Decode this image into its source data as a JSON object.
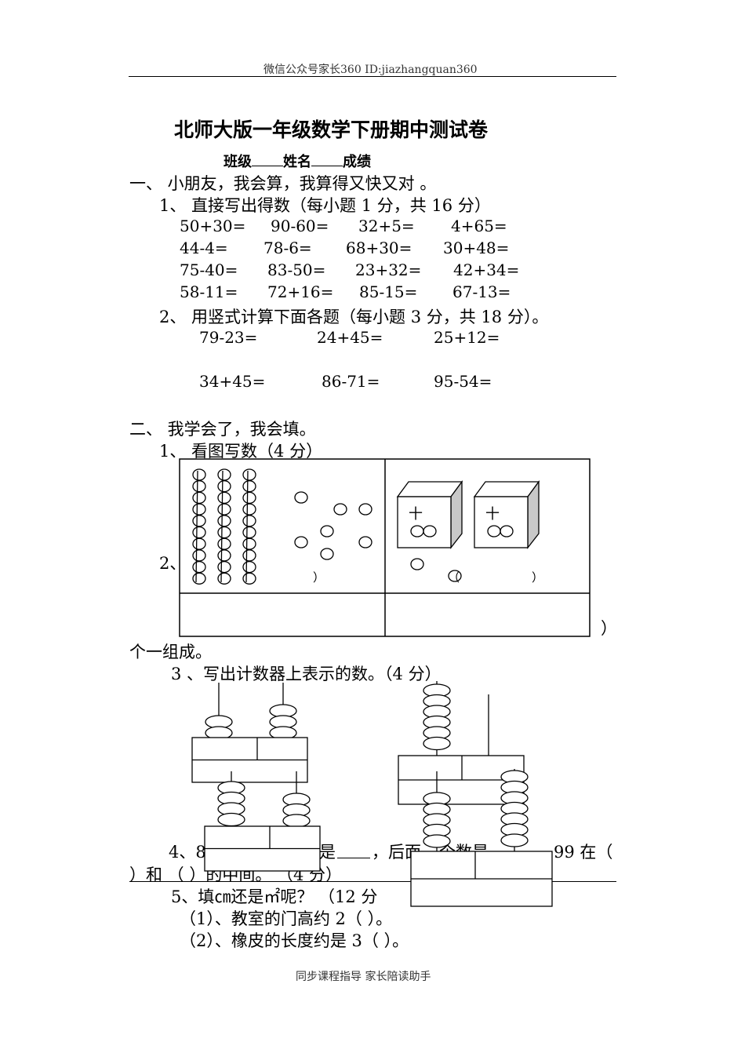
{
  "header": {
    "text": "微信公众号家长360 ID:jiazhangquan360"
  },
  "footer": {
    "text": "同步课程指导 家长陪读助手"
  },
  "title": "北师大版一年级数学下册期中测试卷",
  "info": {
    "class": "班级",
    "name": "姓名",
    "score": "成绩"
  },
  "section1": {
    "heading": "一、   小朋友，我会算，我算得又快又对 。",
    "q1": {
      "label": "1、     直接写出得数（每小题 1 分，共 16 分）",
      "rows": [
        [
          "50+30=",
          "90-60=",
          "32+5=",
          "4+65="
        ],
        [
          "44-4=",
          "78-6=",
          "68+30=",
          "30+48="
        ],
        [
          "75-40=",
          "83-50=",
          "23+32=",
          "42+34="
        ],
        [
          "58-11=",
          "72+16=",
          "85-15=",
          "67-13="
        ]
      ]
    },
    "q2": {
      "label": "2、     用竖式计算下面各题（每小题 3 分，共 18 分）。",
      "rows": [
        [
          "79-23=",
          "24+45=",
          "25+12="
        ],
        [
          "34+45=",
          "86-71=",
          "95-54="
        ]
      ]
    }
  },
  "section2": {
    "heading": "二、   我学会了，我会填。",
    "q1_label": "1、     看图写数（4 分）",
    "q2_prefix": "2、",
    "q2_close": "）",
    "q2_tail": "个一组成。",
    "box_marks": [
      "）",
      "（",
      "）"
    ],
    "cube_digit": "十",
    "q3_label": "3 、写出计数器上表示的数。（4 分）",
    "q4": {
      "start": "4、8",
      "mid1": "是",
      "mid2": "，后面",
      "mid3": "个数是",
      "mid4": "99 在（",
      "line2": "）和  （    ）的中间。  （4 分）"
    },
    "q5": {
      "label": "5、填㎝还是㎡呢？  （12 分",
      "items": [
        "（1）、教室的门高约 2（   ）。",
        "（2）、橡皮的长度约是 3（   ）。"
      ]
    }
  }
}
